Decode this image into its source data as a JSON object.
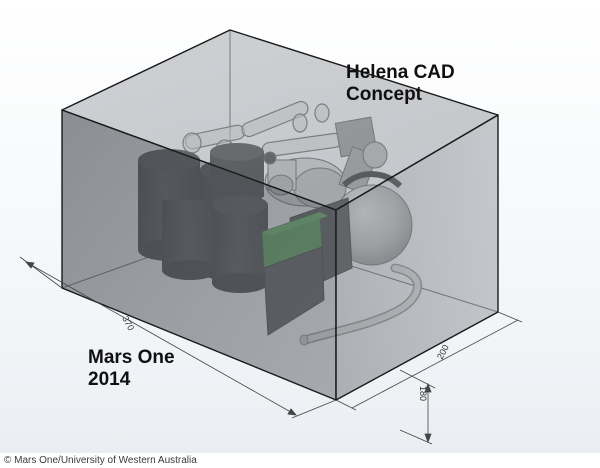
{
  "labels": {
    "title_line1": "Helena CAD",
    "title_line2": "Concept",
    "mission_line1": "Mars One",
    "mission_line2": "2014"
  },
  "dimensions": {
    "length": "370",
    "width": "200",
    "height": "180"
  },
  "credit": "© Mars One/University of Western Australia",
  "colors": {
    "box_fill": "#6b6f76",
    "box_edge": "#1a1a1a",
    "circuit_board": "#2e8b2e",
    "tanks": "#1c1c1c"
  }
}
